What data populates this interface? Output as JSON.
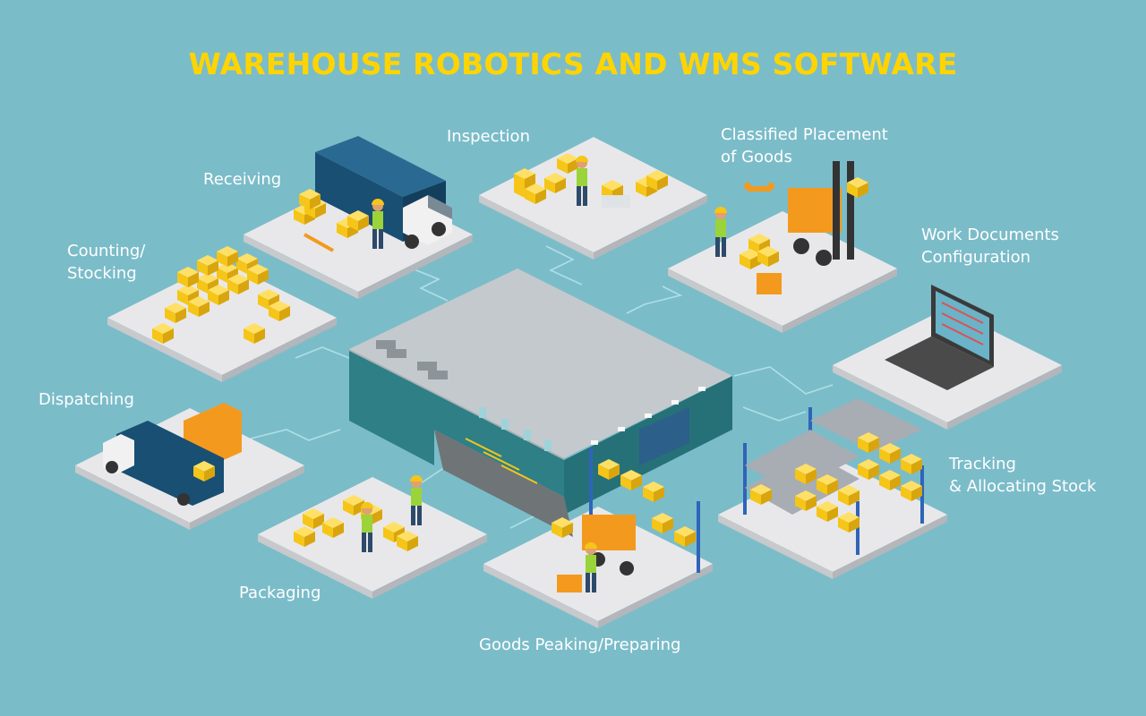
{
  "title": "WAREHOUSE ROBOTICS AND WMS SOFTWARE",
  "stations": {
    "receiving": {
      "label": "Receiving"
    },
    "inspection": {
      "label": "Inspection"
    },
    "classified": {
      "line1": "Classified Placement",
      "line2": "of Goods"
    },
    "counting": {
      "line1": "Counting/",
      "line2": "Stocking"
    },
    "work_docs": {
      "line1": "Work Documents",
      "line2": "Configuration"
    },
    "dispatching": {
      "label": "Dispatching"
    },
    "tracking": {
      "line1": "Tracking",
      "line2": "& Allocating Stock"
    },
    "packaging": {
      "label": "Packaging"
    },
    "goods_picking": {
      "label": "Goods Peaking/Preparing"
    }
  },
  "colors": {
    "background": "#7bbcc9",
    "title": "#ffd400",
    "label": "#ffffff",
    "platform_top": "#e8e8ea",
    "platform_side": "#c7c9cc",
    "box": "#f5c518",
    "warehouse_wall": "#2e7f86",
    "warehouse_roof": "#c4c9cd",
    "truck_cargo": "#184f73",
    "forklift": "#f39a1e",
    "rack": "#2f64b8"
  }
}
